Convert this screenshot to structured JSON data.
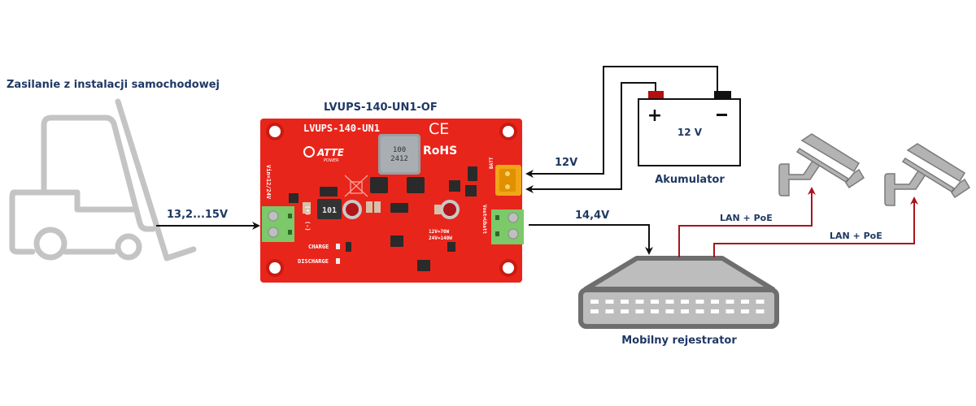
{
  "diagram": {
    "title_power_source": "Zasilanie z instalacji samochodowej",
    "device_title": "LVUPS-140-UN1-OF",
    "labels": {
      "input_voltage": "13,2...15V",
      "battery_voltage_line": "12V",
      "output_voltage": "14,4V",
      "lan_poe_1": "LAN + PoE",
      "lan_poe_2": "LAN + PoE"
    },
    "battery": {
      "name": "Akumulator",
      "voltage": "12 V",
      "plus": "+",
      "minus": "-"
    },
    "recorder": {
      "name": "Mobilny rejestrator"
    },
    "pcb": {
      "silkscreen_model": "LVUPS-140-UN1",
      "ce_mark": "CE",
      "rohs_mark": "RoHS",
      "brand": "ATTE",
      "brand_sub": "POWER",
      "inductor_top": "100",
      "inductor_bottom": "2412",
      "small_inductor": "101",
      "vin_label": "Vin=12/24V",
      "vout_label": "Vout=Ubatt",
      "batt_label": "BATT",
      "power_line_1": "12V=70W",
      "power_line_2": "24V=140W",
      "charge_label": "CHARGE",
      "discharge_label": "DISCHARGE",
      "plus_pin": "(+)",
      "minus_pin": "(-)"
    },
    "colors": {
      "label_text": "#1f3864",
      "pcb_red": "#e8251b",
      "wire_black": "#111111",
      "wire_red": "#a8141a",
      "icon_gray": "#c4c4c4",
      "device_gray": "#6e6e6e",
      "terminal_green": "#7cc96a",
      "battery_plus_terminal": "#b5100f",
      "battery_minus_terminal": "#111111"
    }
  }
}
